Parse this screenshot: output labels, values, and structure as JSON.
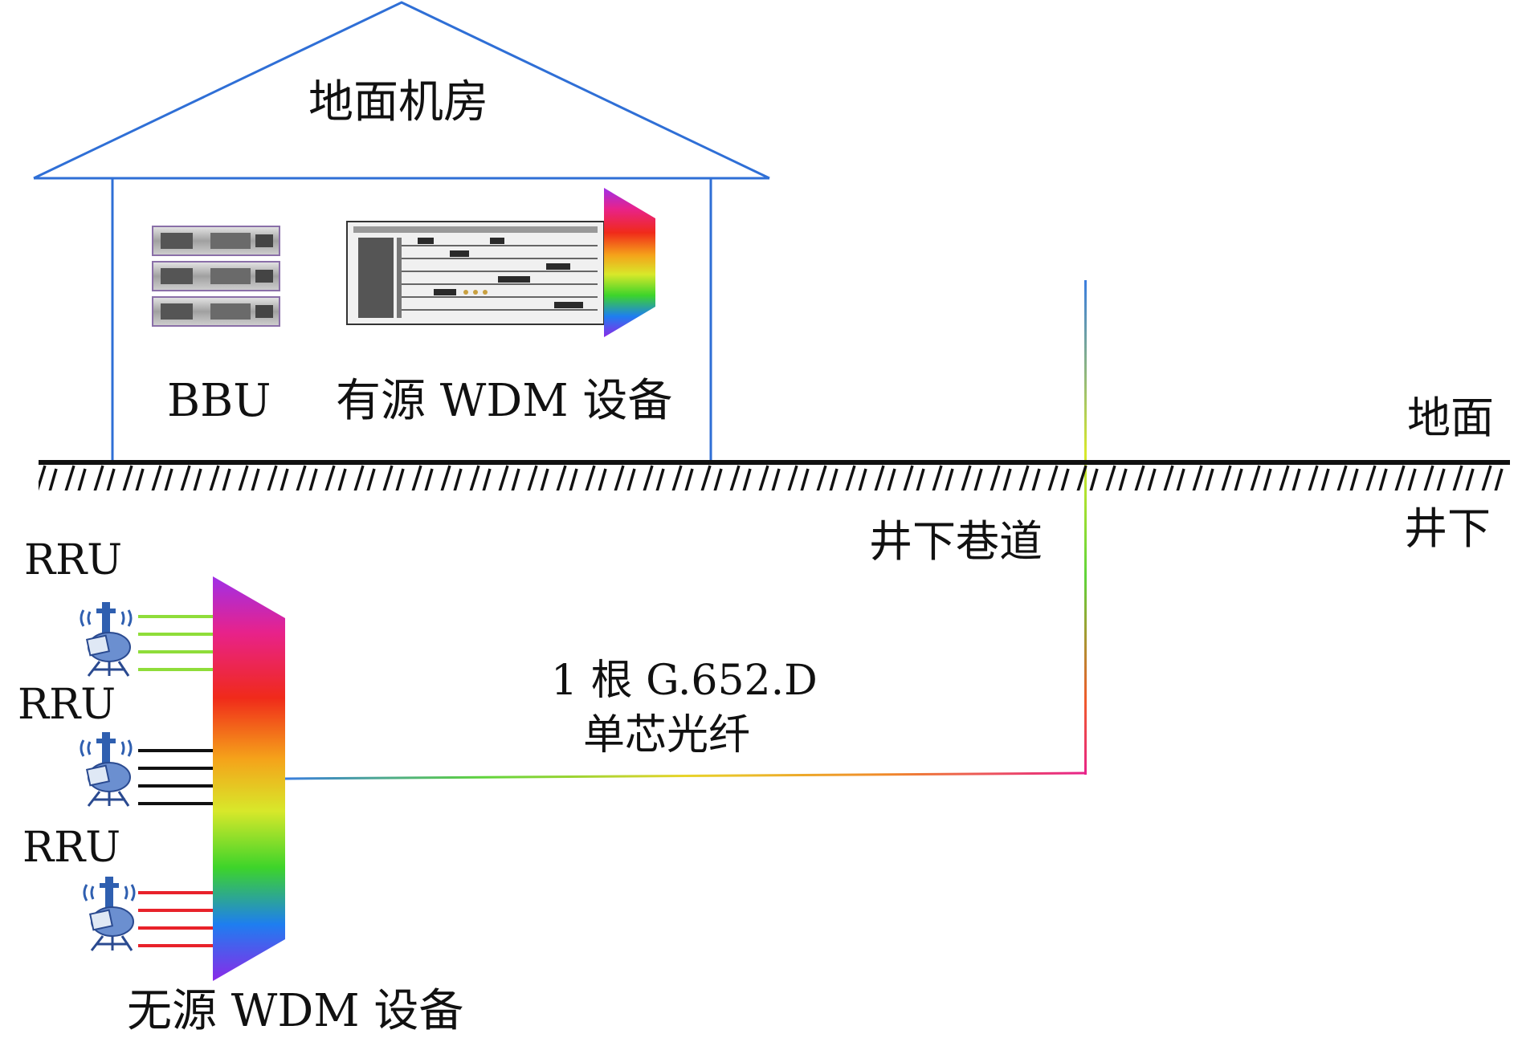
{
  "labels": {
    "building": "地面机房",
    "bbu": "BBU",
    "active_wdm": "有源 WDM 设备",
    "ground": "地面",
    "underground": "井下",
    "tunnel": "井下巷道",
    "fiber_line1": "1 根 G.652.D",
    "fiber_line2": "单芯光纤",
    "passive_wdm": "无源 WDM 设备",
    "rru": [
      "RRU",
      "RRU",
      "RRU"
    ]
  },
  "colors": {
    "building_line": "#2f6fd6",
    "ground_line": "#111111",
    "rru_fibers": [
      "#8fdd3a",
      "#111111",
      "#e8222a"
    ],
    "spectrum": [
      "#9a2fe0",
      "#e8228a",
      "#f02a1a",
      "#f5a21a",
      "#d8e82a",
      "#4cd42a",
      "#1e7ef0",
      "#8a2ae8"
    ]
  },
  "icons": {
    "bbu": "bbu-rack-icon",
    "active_wdm": "wdm-chassis-icon",
    "rru": "rru-antenna-icon"
  }
}
